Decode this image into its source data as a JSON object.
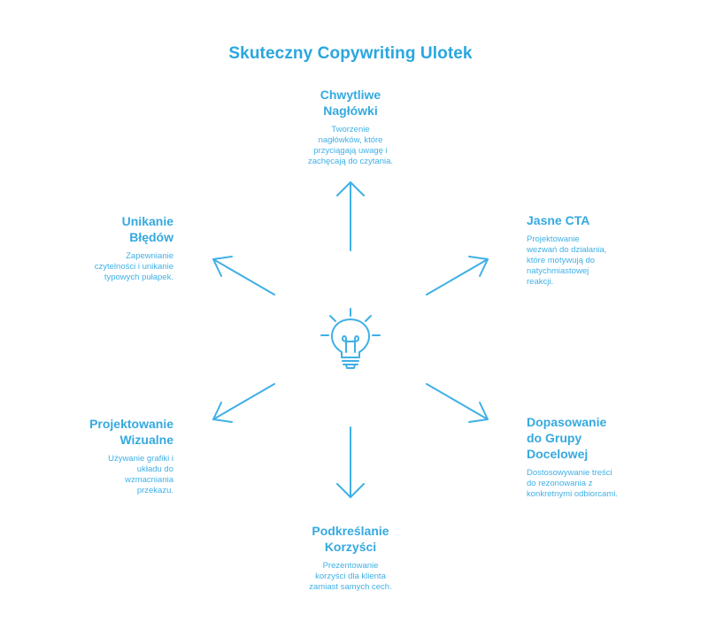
{
  "title": "Skuteczny Copywriting Ulotek",
  "colors": {
    "accent": "#2aa6e0",
    "background": "#ffffff"
  },
  "center": {
    "icon": "lightbulb-icon"
  },
  "nodes": {
    "top": {
      "heading_line1": "Chwytliwe",
      "heading_line2": "Nagłówki",
      "desc_line1": "Tworzenie",
      "desc_line2": "nagłówków, które",
      "desc_line3": "przyciągają uwagę i",
      "desc_line4": "zachęcają do czytania."
    },
    "upper_right": {
      "heading_line1": "Jasne CTA",
      "desc_line1": "Projektowanie",
      "desc_line2": "wezwań do działania,",
      "desc_line3": "które motywują do",
      "desc_line4": "natychmiastowej",
      "desc_line5": "reakcji."
    },
    "upper_left": {
      "heading_line1": "Unikanie",
      "heading_line2": "Błędów",
      "desc_line1": "Zapewnianie",
      "desc_line2": "czytelności i unikanie",
      "desc_line3": "typowych pułapek."
    },
    "lower_left": {
      "heading_line1": "Projektowanie",
      "heading_line2": "Wizualne",
      "desc_line1": "Używanie grafiki i",
      "desc_line2": "układu do",
      "desc_line3": "wzmacniania",
      "desc_line4": "przekazu."
    },
    "lower_right": {
      "heading_line1": "Dopasowanie",
      "heading_line2": "do Grupy",
      "heading_line3": "Docelowej",
      "desc_line1": "Dostosowywanie treści",
      "desc_line2": "do rezonowania z",
      "desc_line3": "konkretnymi odbiorcami."
    },
    "bottom": {
      "heading_line1": "Podkreślanie",
      "heading_line2": "Korzyści",
      "desc_line1": "Prezentowanie",
      "desc_line2": "korzyści dla klienta",
      "desc_line3": "zamiast samych cech."
    }
  }
}
